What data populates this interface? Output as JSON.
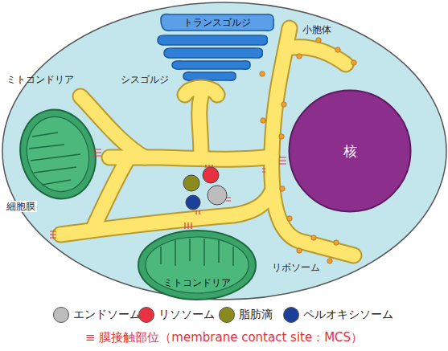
{
  "diagram": {
    "nodes": [
      {
        "text": [
          "核"
        ]
      },
      {
        "text": [
          "ミトコンドリア"
        ]
      }
    ],
    "labels": [
      "トランスゴルジ",
      "シスゴルジ",
      "小胞体",
      "ミトコンドリア",
      "細胞膜",
      "リボソーム",
      "≡ 膜接触部位（membrane contact site：MCS）"
    ],
    "legend": [
      {
        "text": "エンドソーム",
        "color": "#bdbdbd"
      },
      {
        "text": "リソソーム",
        "color": "#e8313e"
      },
      {
        "text": "脂肪滴",
        "color": "#8b8a1c"
      },
      {
        "text": "ペルオキシソーム",
        "color": "#1c3f9a"
      }
    ]
  }
}
